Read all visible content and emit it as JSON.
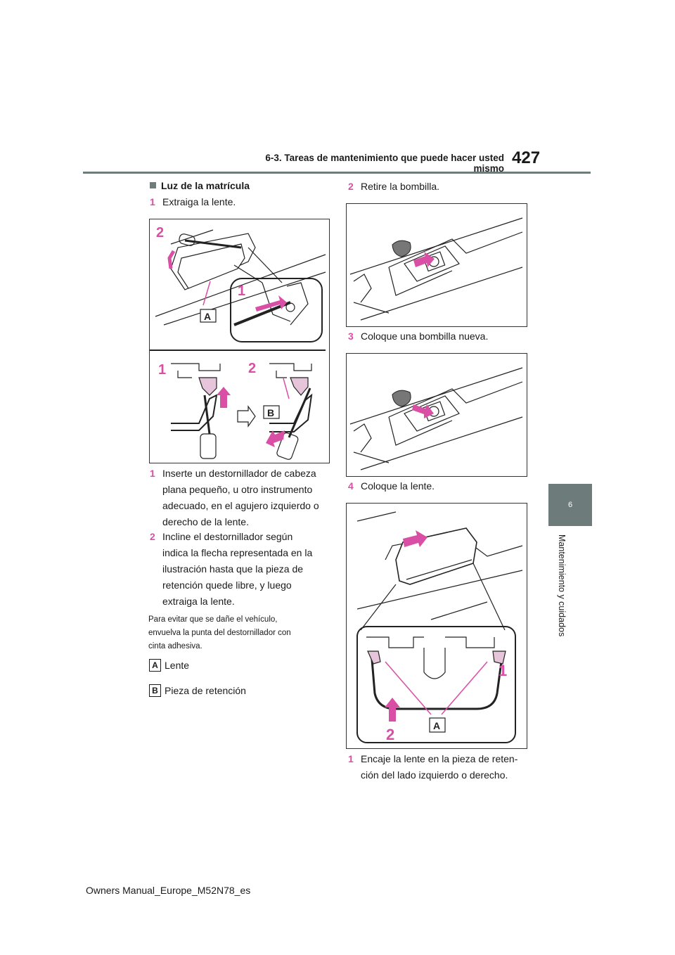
{
  "header": {
    "section_title": "6-3. Tareas de mantenimiento que puede hacer usted mismo",
    "page_number": "427"
  },
  "side_tab": {
    "chapter_number": "6",
    "chapter_label": "Mantenimiento y cuidados"
  },
  "left_column": {
    "heading": "Luz de la matrícula",
    "step1_num": "1",
    "step1_text": "Extraiga la lente.",
    "fig1_labels": {
      "two_top": "2",
      "one_detail": "1",
      "a": "A",
      "one_bottom": "1",
      "two_bottom": "2",
      "b": "B"
    },
    "substep1_num": "1",
    "substep1_lines": [
      "Inserte un destornillador de cabeza",
      "plana pequeño, u otro instrumento",
      "adecuado, en el agujero izquierdo o",
      "derecho de la lente."
    ],
    "substep2_num": "2",
    "substep2_lines": [
      "Incline el destornillador según",
      "indica la flecha representada en la",
      "ilustración hasta que la pieza de",
      "retención quede libre, y luego",
      "extraiga la lente."
    ],
    "note_lines": [
      "Para evitar que se dañe el vehículo,",
      "envuelva la punta del destornillador con",
      "cinta adhesiva."
    ],
    "legend": [
      {
        "key": "A",
        "label": "Lente"
      },
      {
        "key": "B",
        "label": "Pieza de retención"
      }
    ]
  },
  "right_column": {
    "step2_num": "2",
    "step2_text": "Retire la bombilla.",
    "step3_num": "3",
    "step3_text": "Coloque una bombilla nueva.",
    "step4_num": "4",
    "step4_text": "Coloque la lente.",
    "fig4_labels": {
      "one": "1",
      "two": "2",
      "a": "A"
    },
    "substep1_num": "1",
    "substep1_lines": [
      "Encaje la lente en la pieza de reten-",
      "ción del lado izquierdo o derecho."
    ]
  },
  "footer": {
    "text": "Owners Manual_Europe_M52N78_es"
  },
  "colors": {
    "accent": "#d94fa6",
    "tab": "#6e7b7b"
  }
}
